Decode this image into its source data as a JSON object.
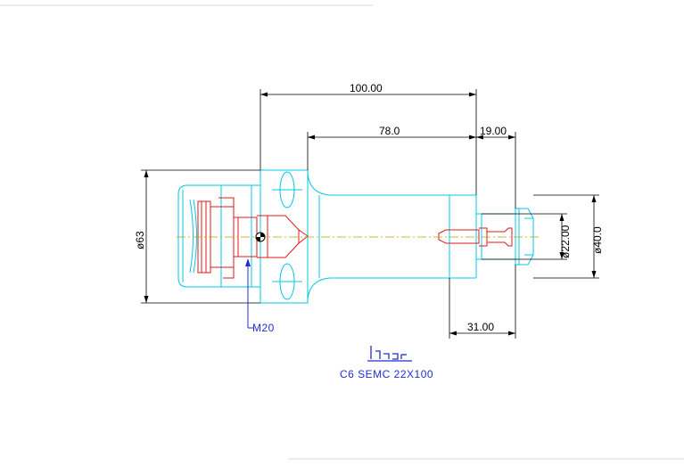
{
  "dimensions": {
    "overall_length": "100.00",
    "shank_length": "78.0",
    "end_length": "19.00",
    "stub_length": "31.00",
    "body_diameter": "ø63",
    "end_diameter_small": "ø22.00",
    "end_diameter_large": "ø40.0"
  },
  "callout": {
    "thread": "M20"
  },
  "title": {
    "logo": "iscar",
    "part_number": "C6  SEMC  22X100"
  },
  "colors": {
    "body": "#00c8e6",
    "screw": "#e01818",
    "dimension": "#000000",
    "annotation": "#1f2fd0",
    "centerline": "#b8a000"
  }
}
